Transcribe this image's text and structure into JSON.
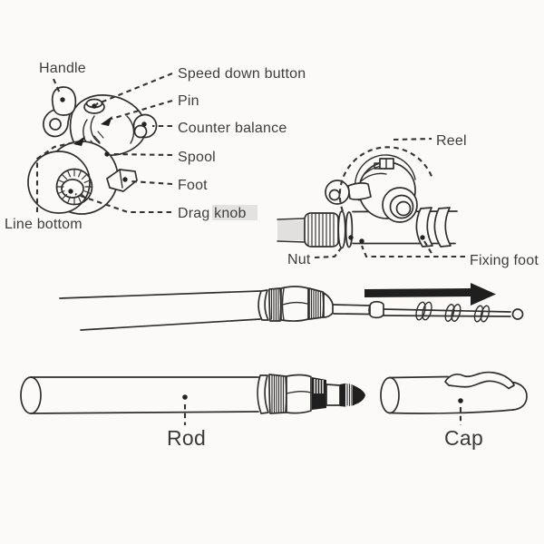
{
  "colors": {
    "background": "#fbfaf8",
    "line": "#2f2f2f",
    "text": "#3d3d3d",
    "arrow_fill": "#1f1f1f"
  },
  "left_reel_diagram": {
    "labels": {
      "handle": "Handle",
      "speed_down_button": "Speed down button",
      "pin": "Pin",
      "counter_balance": "Counter balance",
      "spool": "Spool",
      "foot": "Foot",
      "drag_knob": "Drag knob",
      "line_bottom": "Line bottom"
    }
  },
  "right_reel_diagram": {
    "labels": {
      "reel": "Reel",
      "nut": "Nut",
      "fixing_foot": "Fixing foot"
    }
  },
  "rod_diagram": {
    "labels": {
      "rod": "Rod",
      "cap": "Cap"
    }
  },
  "icons": {
    "extension_direction_arrow": "solid-right-arrow"
  }
}
